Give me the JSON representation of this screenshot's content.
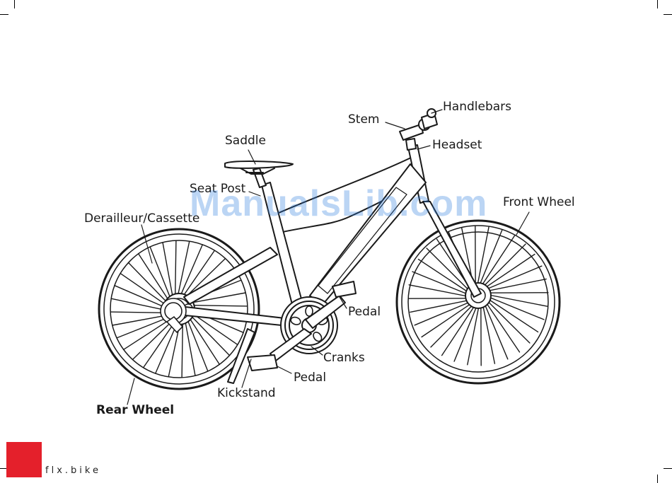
{
  "labels": {
    "handlebars": "Handlebars",
    "stem": "Stem",
    "headset": "Headset",
    "saddle": "Saddle",
    "seat_post": "Seat Post",
    "front_wheel": "Front Wheel",
    "derailleur_cassette": "Derailleur/Cassette",
    "pedal_right": "Pedal",
    "cranks": "Cranks",
    "pedal_left": "Pedal",
    "kickstand": "Kickstand",
    "rear_wheel": "Rear Wheel"
  },
  "watermark": "ManualsLib.com",
  "brand": {
    "name": "flx.bike",
    "accent_color": "#e4202b"
  }
}
